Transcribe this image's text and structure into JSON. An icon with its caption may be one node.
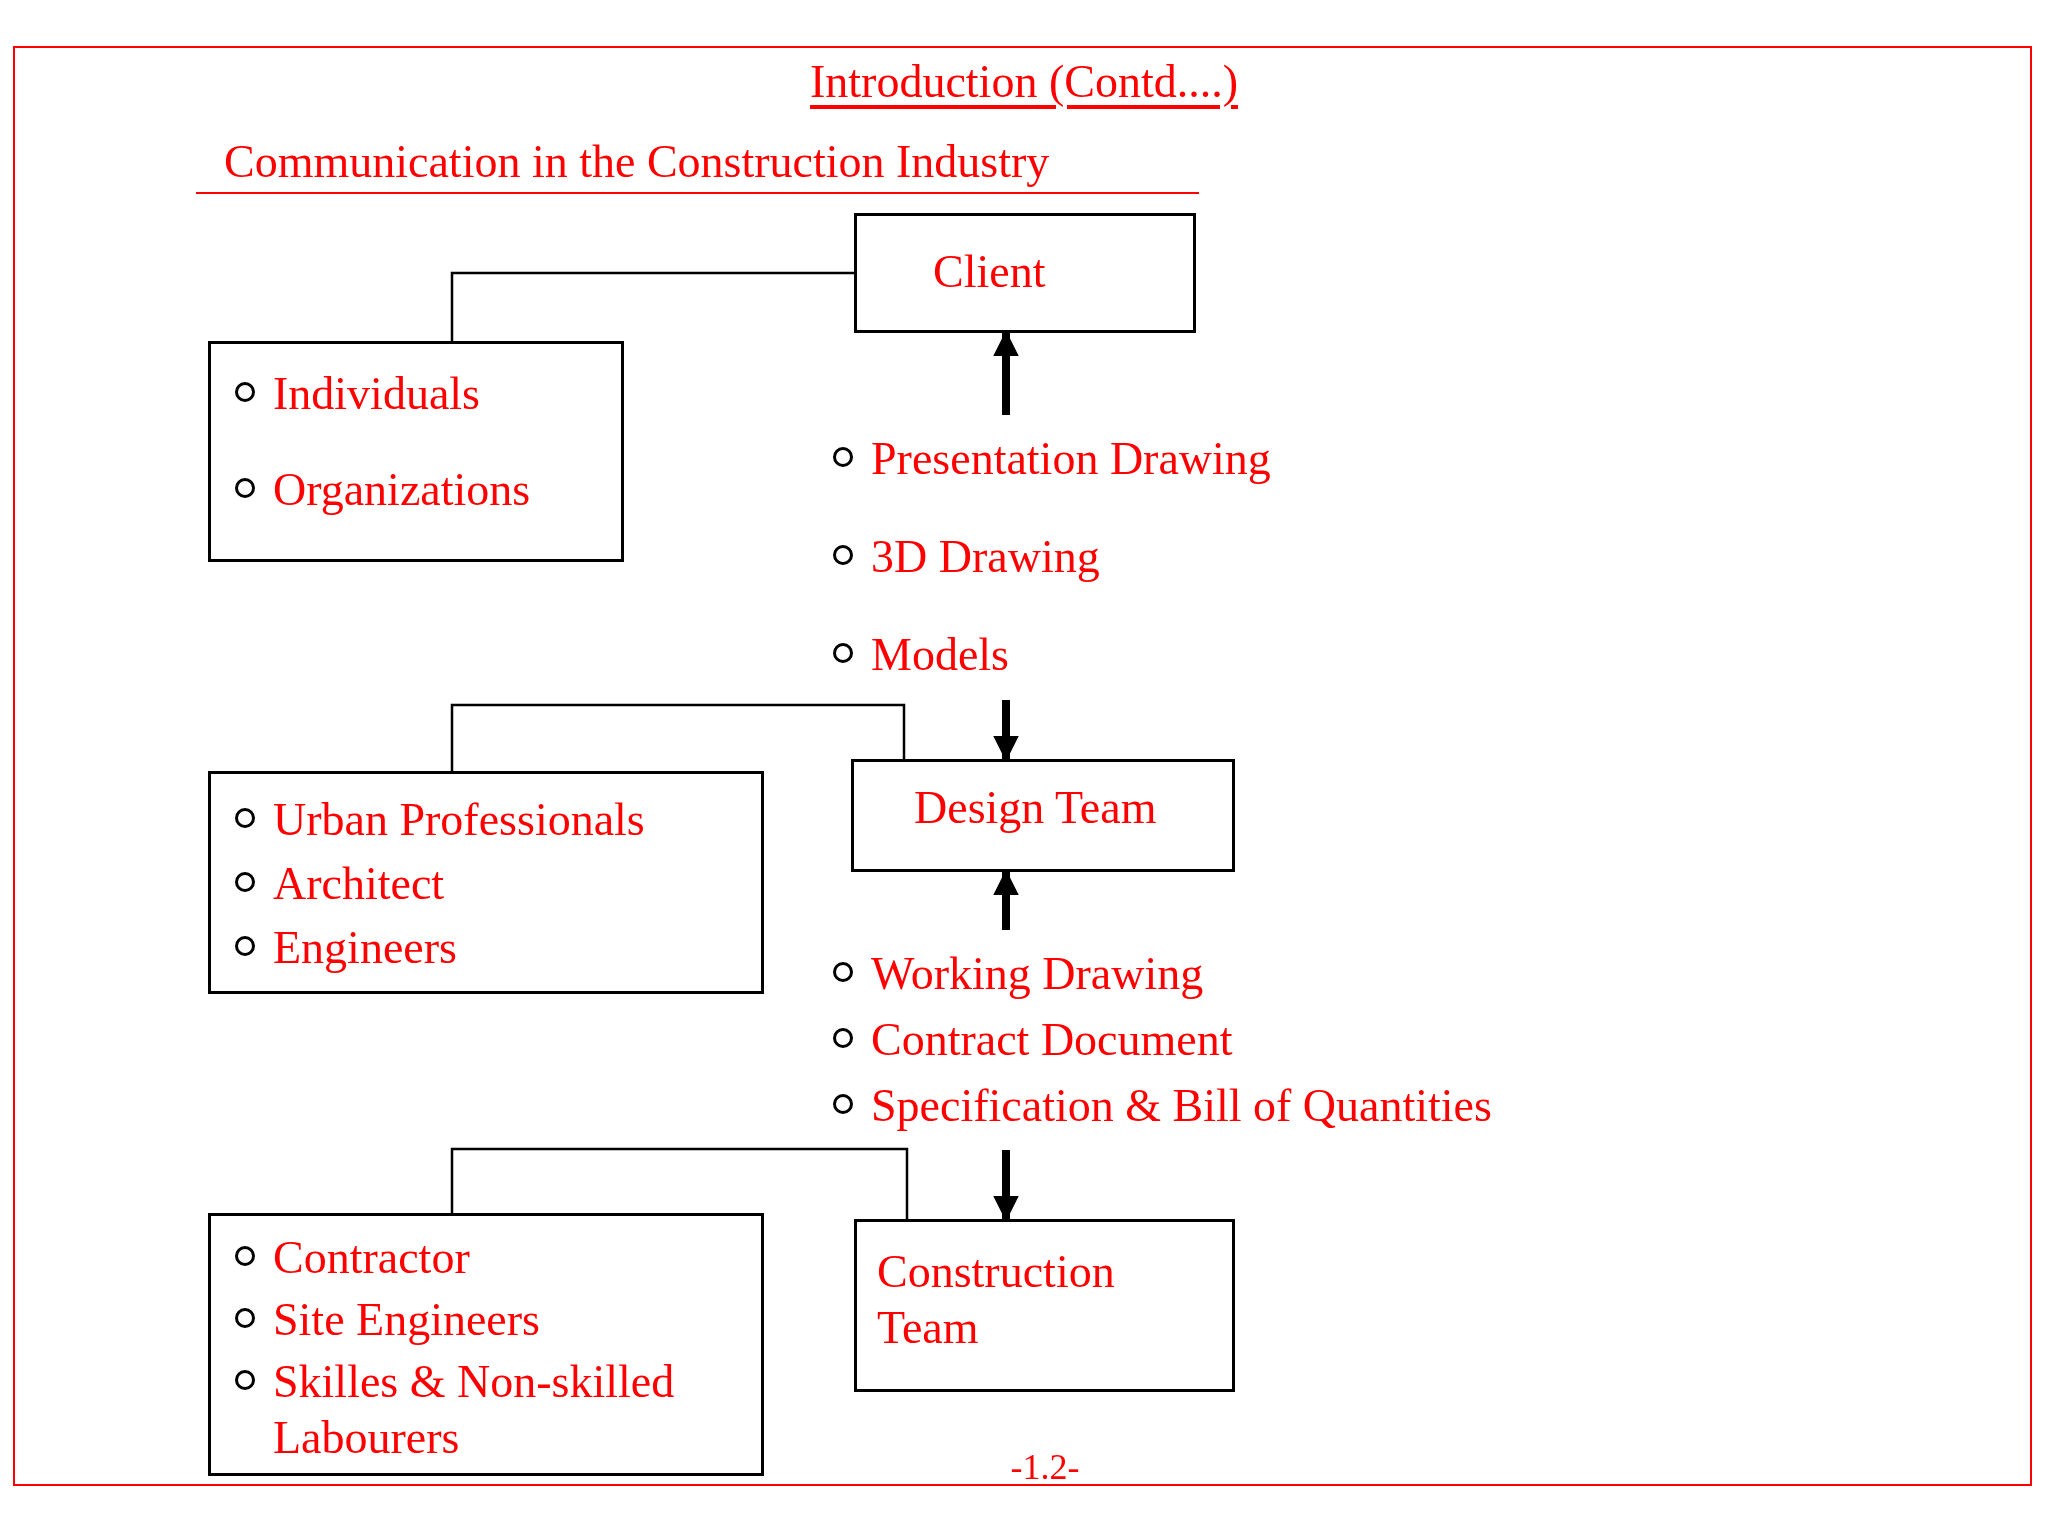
{
  "diagram": {
    "title": "Introduction (Contd....)",
    "caption": "Communication in the Construction Industry",
    "nodes": [
      {
        "text": [
          "Client"
        ]
      },
      {
        "text": [
          "Individuals",
          "Organizations"
        ]
      },
      {
        "text": [
          "Presentation Drawing",
          "3D Drawing",
          "Models"
        ]
      },
      {
        "text": [
          "Design Team"
        ]
      },
      {
        "text": [
          "Urban Professionals",
          "Architect",
          "Engineers"
        ]
      },
      {
        "text": [
          "Working Drawing",
          "Contract Document",
          "Specification & Bill of Quantities"
        ]
      },
      {
        "text": [
          "Construction Team"
        ]
      },
      {
        "text": [
          "Contractor",
          "Site Engineers",
          "Skilles & Non-skilled Labourers"
        ]
      }
    ],
    "edges": [
      {
        "from": 0,
        "to": 1,
        "arrow": "none"
      },
      {
        "from": 2,
        "to": 0,
        "arrow": "to"
      },
      {
        "from": 2,
        "to": 3,
        "arrow": "to"
      },
      {
        "from": 3,
        "to": 4,
        "arrow": "none"
      },
      {
        "from": 5,
        "to": 3,
        "arrow": "to"
      },
      {
        "from": 5,
        "to": 6,
        "arrow": "to"
      },
      {
        "from": 6,
        "to": 7,
        "arrow": "none"
      }
    ],
    "labels": [
      "-1.2-"
    ]
  }
}
